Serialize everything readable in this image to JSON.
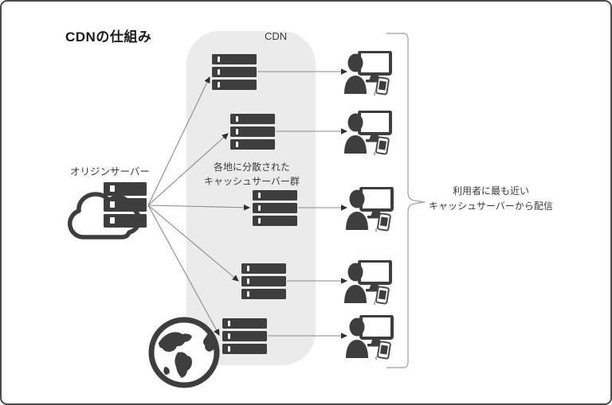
{
  "title": "CDNの仕組み",
  "cdn": {
    "label": "CDN",
    "note_line1": "各地に分散された",
    "note_line2": "キャッシュサーバー群"
  },
  "origin": {
    "label": "オリジンサーバー"
  },
  "delivery": {
    "note_line1": "利用者に最も近い",
    "note_line2": "キャッシュサーバーから配信"
  },
  "counts": {
    "cache_servers": 5,
    "users": 5
  },
  "icons": {
    "origin": "cloud-icon + server-stack-icon",
    "cache_server": "server-stack-icon",
    "edge": "globe-icon",
    "user": "user-workstation-icon (person, monitor, smartphone)"
  },
  "colors": {
    "canvas_bg": "#ffffff",
    "border": "#4a4a4a",
    "cdn_box_bg": "#ebebeb",
    "icon_dark": "#3e3e3e",
    "arrow_line": "#8a8a8a",
    "arrowhead": "#2f2f2f",
    "bracket": "#ababab",
    "text": "#3b3b3b"
  }
}
